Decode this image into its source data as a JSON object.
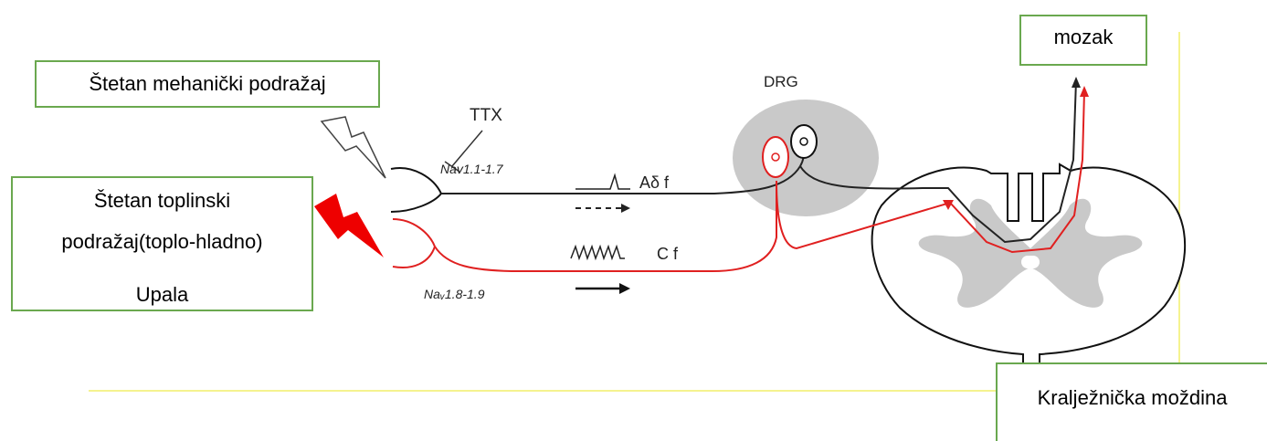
{
  "boxes": {
    "mechanical": "Štetan mehanički podražaj",
    "thermal_line1": "Štetan toplinski",
    "thermal_line2": "podražaj(toplo-hladno)",
    "thermal_line3": "Upala",
    "brain": "mozak",
    "spinal_cord": "Kralježnička moždina"
  },
  "labels": {
    "drg": "DRG",
    "ttx": "TTX",
    "nav_fast": "Nav1.1-1.7",
    "nav_slow": "Naᵥ1.8-1.9",
    "a_delta_fiber": "Aδ f",
    "c_fiber": "C f"
  },
  "colors": {
    "box_border": "#6aa84f",
    "guide_line": "#f2ef6a",
    "a_delta_path": "#222222",
    "c_path": "#e02020",
    "drg_ganglion": "#c9c9c9",
    "grey_matter": "#c9c9c9",
    "lightning_red": "#ee0000"
  }
}
